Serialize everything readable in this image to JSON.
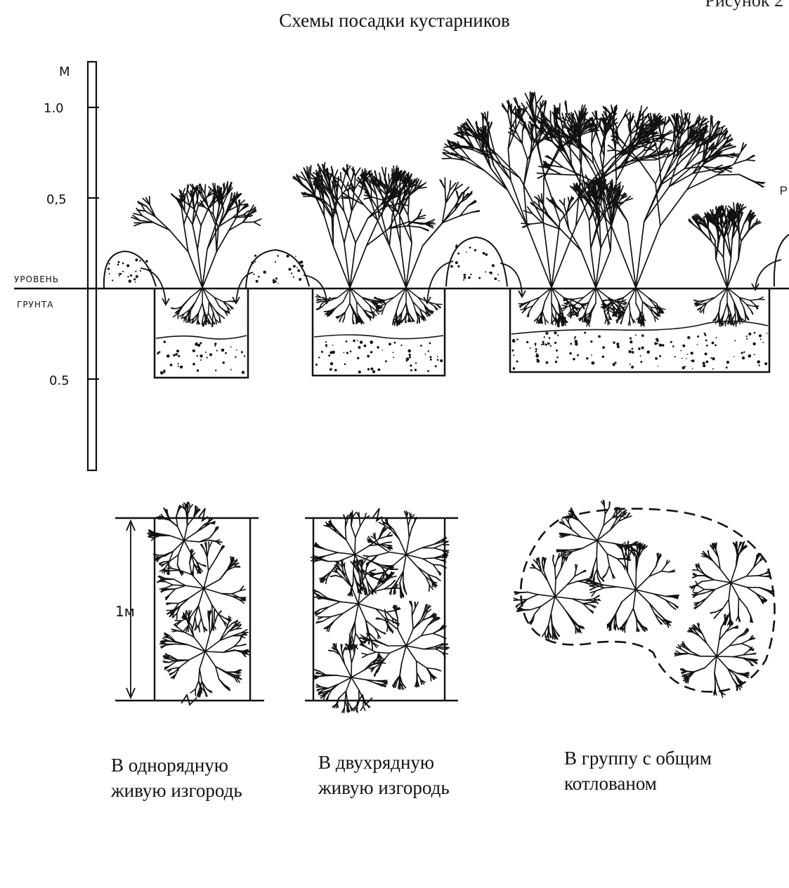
{
  "title": "Схемы посадки кустарников",
  "corner_label": "Рисунок 2",
  "side_label": "Р",
  "scale": {
    "unit": "М",
    "tick_above_1": "1.0",
    "tick_above_05": "0,5",
    "tick_below_05": "0.5"
  },
  "ground_label": {
    "line1": "УРОВЕНЬ",
    "line2": "ГРУНТА"
  },
  "plan_dimension": "1м",
  "captions": {
    "single_row": {
      "line1": "В однорядную",
      "line2": "живую изгородь"
    },
    "double_row": {
      "line1": "В двухрядную",
      "line2": "живую изгородь"
    },
    "group": {
      "line1": "В группу с общим",
      "line2": "котлованом"
    }
  },
  "colors": {
    "ink": "#111111",
    "paper": "#ffffff"
  }
}
